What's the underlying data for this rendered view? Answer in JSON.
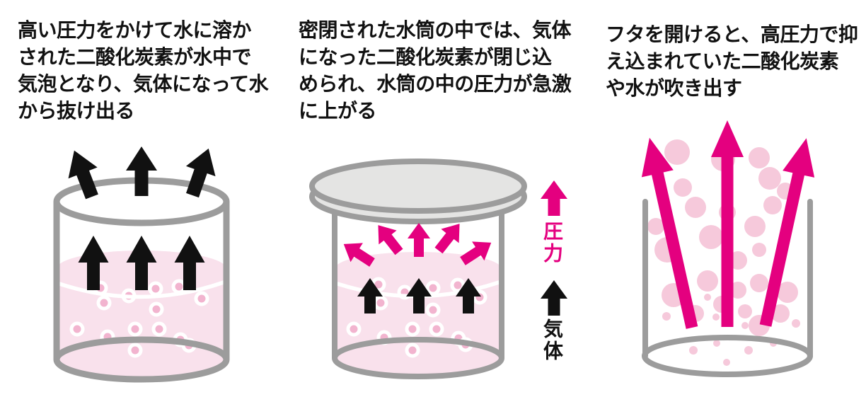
{
  "colors": {
    "magenta": "#E4007F",
    "ink": "#111111",
    "gray": "#9C9C9C",
    "lid": "#E4E4E3",
    "liquid": "#F9E1EC",
    "bubble": "#F2B4CF",
    "spray": "#F6C9DB",
    "bg": "#FFFFFF"
  },
  "panels": [
    {
      "id": "dissolved-gas-escapes",
      "caption_lines": [
        "高い圧力をかけて水に溶か",
        "された二酸化炭素が水中で",
        "気泡となり、気体になって水",
        "から抜け出る"
      ]
    },
    {
      "id": "sealed-bottle-pressure-rises",
      "caption_lines": [
        "密閉された水筒の中では、気体",
        "になった二酸化炭素が閉じ込",
        "められ、水筒の中の圧力が急激",
        "に上がる"
      ],
      "legend": {
        "pressure_label": "圧力",
        "gas_label": "気体"
      }
    },
    {
      "id": "open-lid-spray",
      "caption_lines": [
        "フタを開けると、高圧力で抑",
        "え込まれていた二酸化炭素",
        "や水が吹き出す"
      ]
    }
  ]
}
